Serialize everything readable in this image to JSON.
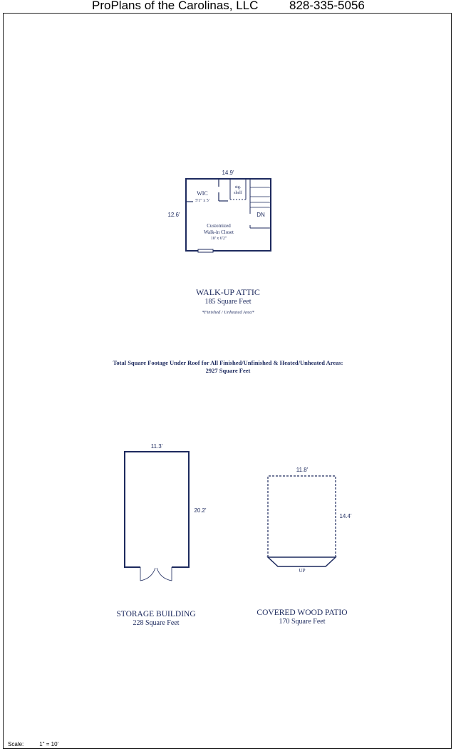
{
  "header": {
    "company": "ProPlans of the Carolinas, LLC",
    "phone": "828-335-5056"
  },
  "attic": {
    "dim_width": "14.9'",
    "dim_height": "12.6'",
    "wic_label": "WIC",
    "wic_size": "5'1\" x 5'",
    "shelf_line1": "stg.",
    "shelf_line2": "shelf",
    "dn_label": "DN",
    "closet_line1": "Customized",
    "closet_line2": "Walk-in Closet",
    "closet_size": "10' x 6'2\"",
    "title": "WALK-UP ATTIC",
    "area": "185 Square Feet",
    "note": "*Finished / Unheated Area*"
  },
  "total": {
    "line1": "Total Square Footage Under Roof for All Finished/Unfinished & Heated/Unheated Areas:",
    "line2": "2927 Square Feet"
  },
  "storage": {
    "dim_width": "11.3'",
    "dim_height": "20.2'",
    "title": "STORAGE BUILDING",
    "area": "228 Square Feet"
  },
  "patio": {
    "dim_width": "11.8'",
    "dim_height": "14.4'",
    "up_label": "UP",
    "title": "COVERED WOOD PATIO",
    "area": "170 Square Feet"
  },
  "scale": {
    "label": "Scale:",
    "value": "1\" = 10'"
  },
  "colors": {
    "plan_ink": "#1d2a5e",
    "border": "#222222"
  }
}
